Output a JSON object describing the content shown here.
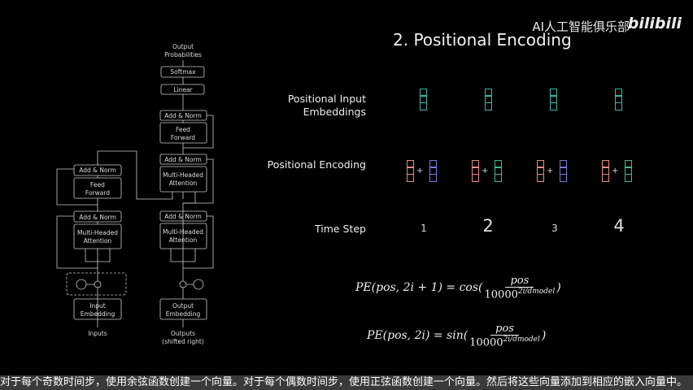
{
  "watermark": {
    "channel": "AI人工智能俱乐部",
    "logo": "bilibili"
  },
  "slide": {
    "title": "2. Positional Encoding",
    "row_labels": {
      "input_embeddings": "Positional Input Embeddings",
      "encoding": "Positional Encoding",
      "time_step": "Time Step"
    },
    "time_steps": [
      "1",
      "2",
      "3",
      "4"
    ],
    "colors": {
      "embedding": "#3ab8a8",
      "position": "#e88a8a",
      "sin": "#7b78d8",
      "cos": "#3cbf8a"
    },
    "formulas": {
      "odd": {
        "lhs": "PE(pos, 2i + 1) = cos(",
        "num": "pos",
        "den": "10000",
        "exp": "2i/dmodel",
        "rhs": ")"
      },
      "even": {
        "lhs": "PE(pos, 2i) = sin(",
        "num": "pos",
        "den": "10000",
        "exp": "2i/dmodel",
        "rhs": ")"
      }
    }
  },
  "diagram": {
    "output_probabilities": [
      "Output",
      "Probabilities"
    ],
    "softmax": "Softmax",
    "linear": "Linear",
    "add_norm": "Add & Norm",
    "feed_forward": [
      "Feed",
      "Forward"
    ],
    "mha": [
      "Multi-Headed",
      "Attention"
    ],
    "input_embedding": [
      "Input",
      "Embedding"
    ],
    "output_embedding": [
      "Output",
      "Embedding"
    ],
    "inputs": "Inputs",
    "outputs": [
      "Outputs",
      "(shifted right)"
    ]
  },
  "subtitle": "对于每个奇数时间步，使用余弦函数创建一个向量。对于每个偶数时间步，使用正弦函数创建一个向量。然后将这些向量添加到相应的嵌入向量中。"
}
